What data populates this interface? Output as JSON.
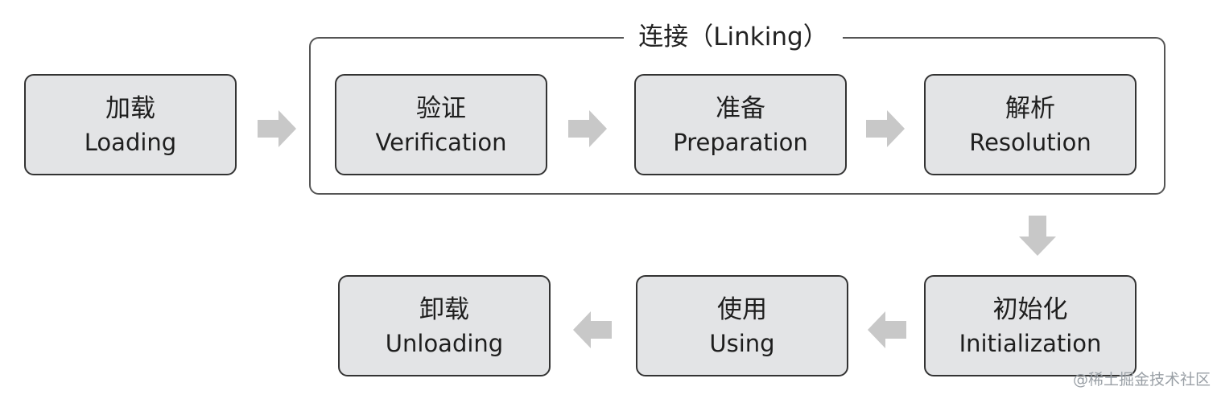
{
  "group": {
    "title": "连接（Linking）"
  },
  "stages": {
    "loading": {
      "zh": "加载",
      "en": "Loading"
    },
    "verification": {
      "zh": "验证",
      "en": "Verification"
    },
    "preparation": {
      "zh": "准备",
      "en": "Preparation"
    },
    "resolution": {
      "zh": "解析",
      "en": "Resolution"
    },
    "initialization": {
      "zh": "初始化",
      "en": "Initialization"
    },
    "using": {
      "zh": "使用",
      "en": "Using"
    },
    "unloading": {
      "zh": "卸载",
      "en": "Unloading"
    }
  },
  "colors": {
    "box_fill": "#e3e4e6",
    "box_border": "#333333",
    "arrow": "#c8c8c8"
  },
  "watermark": "@稀土掘金技术社区"
}
